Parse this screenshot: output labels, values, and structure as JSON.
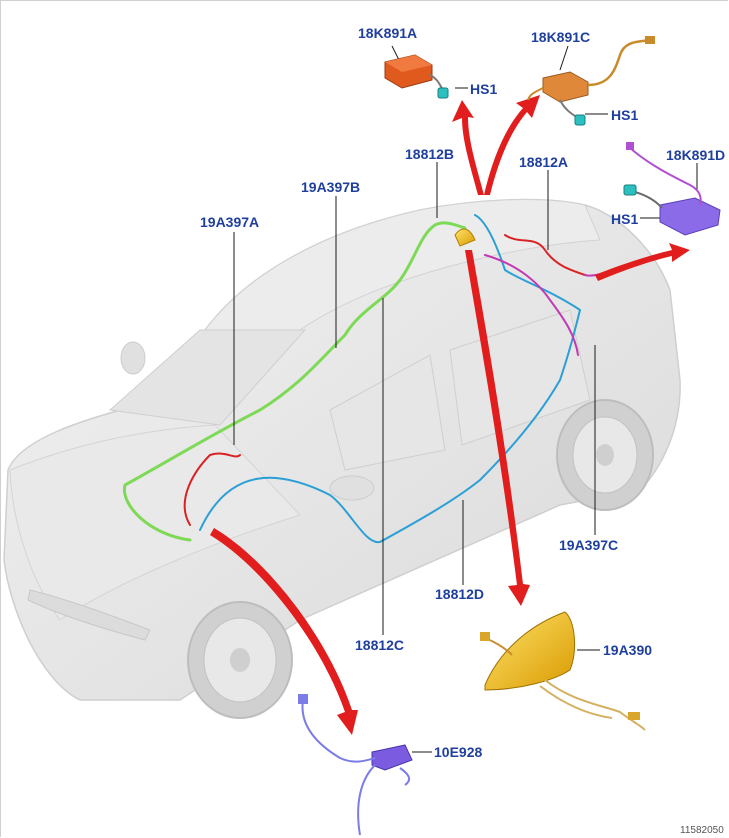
{
  "labels": {
    "l18k891a": "18K891A",
    "l18k891c": "18K891C",
    "l18k891d": "18K891D",
    "hs1_a": "HS1",
    "hs1_c": "HS1",
    "hs1_d": "HS1",
    "l18812b": "18812B",
    "l18812a": "18812A",
    "l19a397b": "19A397B",
    "l19a397a": "19A397A",
    "l19a397c": "19A397C",
    "l18812d": "18812D",
    "l18812c": "18812C",
    "l19a390": "19A390",
    "l10e928": "10E928"
  },
  "figure_id": "11582050",
  "colors": {
    "label": "#1f3f9e",
    "arrow": "#e11d1d",
    "harness_green": "#7ed957",
    "harness_blue": "#2a9fd6",
    "harness_red": "#d92323",
    "harness_magenta": "#c239b3",
    "module_orange": "#e05a1e",
    "module_purple": "#7b5ce0",
    "antenna_yellow": "#f2c21a",
    "connector_cyan": "#2bbfbf"
  }
}
